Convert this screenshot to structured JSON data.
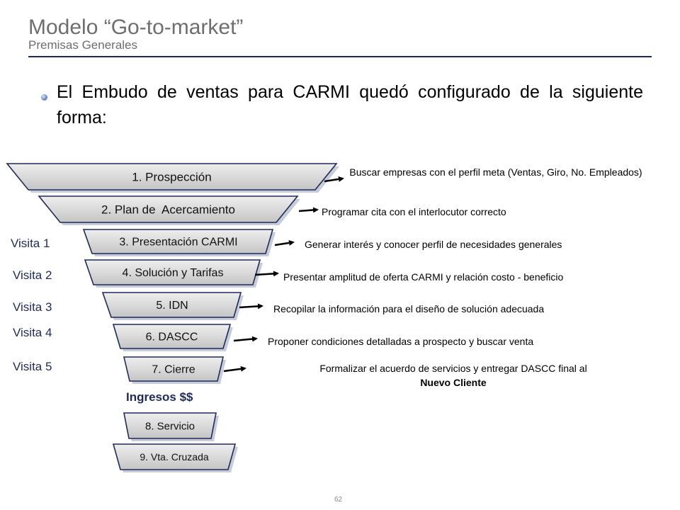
{
  "header": {
    "title": "Modelo “Go-to-market”",
    "subtitle": "Premisas Generales"
  },
  "bullet": {
    "text": "El Embudo de ventas para CARMI quedó configurado de la siguiente forma:"
  },
  "funnel": {
    "stages": [
      {
        "label": "1. Prospección",
        "description": "Buscar empresas con el perfil meta (Ventas, Giro, No. Empleados)"
      },
      {
        "label": "2. Plan de  Acercamiento",
        "description": "Programar cita con el interlocutor correcto"
      },
      {
        "label": "3. Presentación CARMI",
        "description": "Generar interés y conocer perfil de necesidades generales",
        "visit": "Visita 1"
      },
      {
        "label": "4. Solución y Tarifas",
        "description": "Presentar amplitud de oferta CARMI y relación costo - beneficio",
        "visit": "Visita 2"
      },
      {
        "label": "5. IDN",
        "description": "Recopilar la información para el diseño de solución adecuada",
        "visit": "Visita 3"
      },
      {
        "label": "6. DASCC",
        "description": "Proponer condiciones detalladas a prospecto y buscar venta",
        "visit": "Visita 4"
      },
      {
        "label": "7. Cierre",
        "description": "Formalizar el acuerdo de servicios y entregar DASCC final al",
        "description_bold": "Nuevo Cliente",
        "visit": "Visita 5"
      },
      {
        "label": "8. Servicio"
      },
      {
        "label": "9. Vta. Cruzada"
      }
    ],
    "income_label": "Ingresos $$"
  },
  "footer": {
    "page_number": "62"
  },
  "colors": {
    "title_gray": "#6e6e6e",
    "navy": "#1f2a5a",
    "stage_fill": "#d6d6d6"
  }
}
